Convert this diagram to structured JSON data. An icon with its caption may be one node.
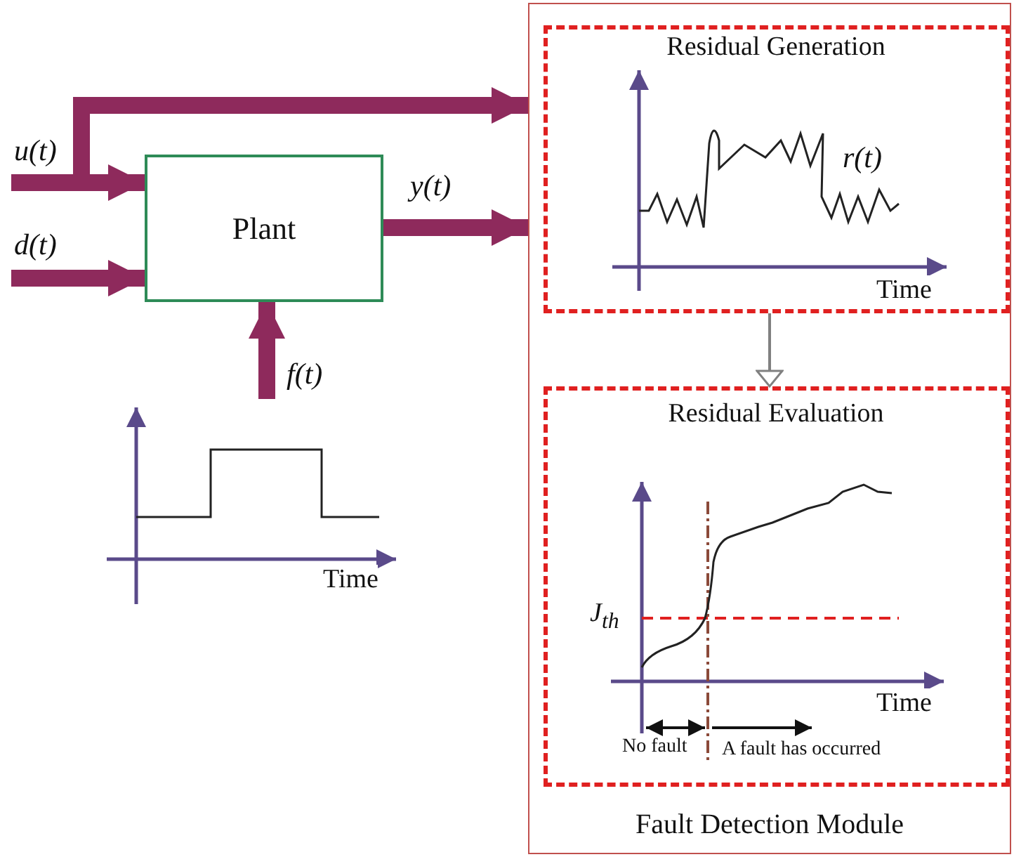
{
  "diagram": {
    "nodes": [
      {
        "text": [
          "Fault Detection Module"
        ]
      },
      {
        "text": [
          "Residual Generation"
        ],
        "in": 0
      },
      {
        "text": [
          "Residual Evaluation"
        ],
        "in": 0
      },
      {
        "text": [
          "Plant"
        ]
      }
    ],
    "edges": [
      {
        "from": null,
        "to": 3,
        "arrow": "to",
        "label": "u(t)"
      },
      {
        "from": null,
        "to": 0,
        "arrow": "to"
      },
      {
        "from": null,
        "to": 3,
        "arrow": "to",
        "label": "d(t)"
      },
      {
        "from": 3,
        "to": 0,
        "arrow": "to",
        "label": "y(t)"
      },
      {
        "from": null,
        "to": 3,
        "arrow": "to",
        "label": "f(t)"
      },
      {
        "from": 1,
        "to": 2,
        "arrow": "to",
        "color": "#808080"
      }
    ],
    "labels": [
      "r(t)",
      "Time",
      "Time",
      "J$_{th}$",
      "Time",
      "No fault",
      "A fault has occurred"
    ]
  }
}
